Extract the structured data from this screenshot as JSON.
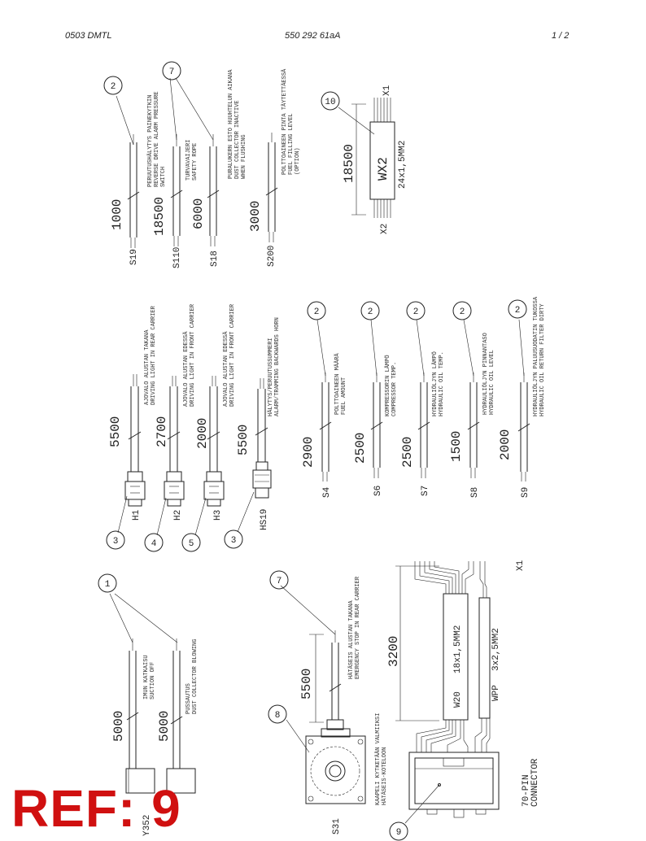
{
  "header": {
    "left": "0503 DMTL",
    "center": "550 292 61aA",
    "right": "1 /  2"
  },
  "stamp": {
    "text": "REF: 9",
    "color": "#d01010"
  },
  "cables": {
    "S19": {
      "id": "S19",
      "length": "1000",
      "note_fi": "PERUUTUSHÄLYTYS PAINEKYTKIN",
      "note_en": "REVERSE DRIVE ALARM PRESSURE",
      "note_en2": "SWITCH",
      "callout": "2"
    },
    "S110": {
      "id": "S110",
      "length": "18500",
      "note_fi": "TURVAVAIJERI",
      "note_en": "SAFETY ROPE",
      "callout": "7"
    },
    "S18": {
      "id": "S18",
      "length": "6000",
      "note_fi": "PURALUKERN ESTO HUUHTELUN AIKANA",
      "note_en": "DUST COLLECTOR INACTIVE",
      "note_en2": "WHEN FLUSHING"
    },
    "S200": {
      "id": "S200",
      "length": "3000",
      "note_fi": "POLTTOAINEEN PINTA TÄYTETTÄESSÄ",
      "note_en": "FUEL FILLING LEVEL",
      "note_en2": "(OPTION)"
    },
    "WX2": {
      "id": "WX2",
      "length": "18500",
      "spec": "24x1,5MM2",
      "end1": "X1",
      "end2": "X2",
      "callout": "10"
    },
    "H1": {
      "id": "H1",
      "length": "5500",
      "note_fi": "AJOVALO ALUSTAN TAKANA",
      "note_en": "DRIVING LIGHT IN REAR CARRIER",
      "callout": "3"
    },
    "H2": {
      "id": "H2",
      "length": "2700",
      "note_fi": "AJOVALO ALUSTAN EDESSÄ",
      "note_en": "DRIVING LIGHT IN FRONT CARRIER",
      "callout": "4"
    },
    "H3": {
      "id": "H3",
      "length": "2000",
      "note_fi": "AJOVALO ALUSTAN EDESSÄ",
      "note_en": "DRIVING LIGHT IN FRONT CARRIER",
      "callout": "5"
    },
    "HS19": {
      "id": "HS19",
      "length": "5500",
      "note_fi": "HÄLYTYS/PERUUTUSSUMMERI",
      "note_en": "ALARM/TRAMMING BACKWARDS HORN",
      "callout": "3"
    },
    "S4": {
      "id": "S4",
      "length": "2900",
      "note_fi": "POLTTOAINEEN MÄÄRÄ",
      "note_en": "FUEL AMOUNT",
      "callout": "2"
    },
    "S6": {
      "id": "S6",
      "length": "2500",
      "note_fi": "KOMPRESSORIN LÄMPÖ",
      "note_en": "COMPRESSOR TEMP.",
      "callout": "2"
    },
    "S7": {
      "id": "S7",
      "length": "2500",
      "note_fi": "HYDRAULIÖLJYN LÄMPÖ",
      "note_en": "HYDRAULIC OIL TEMP.",
      "callout": "2"
    },
    "S8": {
      "id": "S8",
      "length": "1500",
      "note_fi": "HYDRAULIÖLJYN PINNANTASO",
      "note_en": "HYDRAULIC OIL LEVEL",
      "callout": "2"
    },
    "S9": {
      "id": "S9",
      "length": "2000",
      "note_fi": "HYDRAULIÖLJYN PALUUSUODATIN TUKOSSA",
      "note_en": "HYDRAULIC OIL RETURN FILTER DIRTY",
      "callout": "2"
    },
    "Y352": {
      "id": "Y352",
      "length": "5000",
      "note_fi": "IMUN KATKAISU",
      "note_en": "SUCTION OFF",
      "callout": "1"
    },
    "Y2": {
      "length": "5000",
      "note_fi": "PUSSAUTUS",
      "note_en": "DUST COLLECTOR BLOWING"
    },
    "S31": {
      "id": "S31",
      "length": "5500",
      "note_fi": "HÄTÄSEIS ALUSTAN TAKANA",
      "note_en": "EMERGENCY STOP IN REAR CARRIER",
      "note2_fi": "KAAPELI KYTKETÄÄN VALMIIKSI",
      "note2_en": "HÄTÄSEIS-KOTELOON",
      "callout_a": "7",
      "callout_b": "8"
    },
    "W20": {
      "id": "W20",
      "length": "3200",
      "spec": "18x1,5MM2",
      "end": "X1"
    },
    "WPP": {
      "id": "WPP",
      "spec": "3x2,5MM2"
    },
    "connector": {
      "label1": "70-PIN",
      "label2": "CONNECTOR",
      "callout": "9"
    }
  }
}
